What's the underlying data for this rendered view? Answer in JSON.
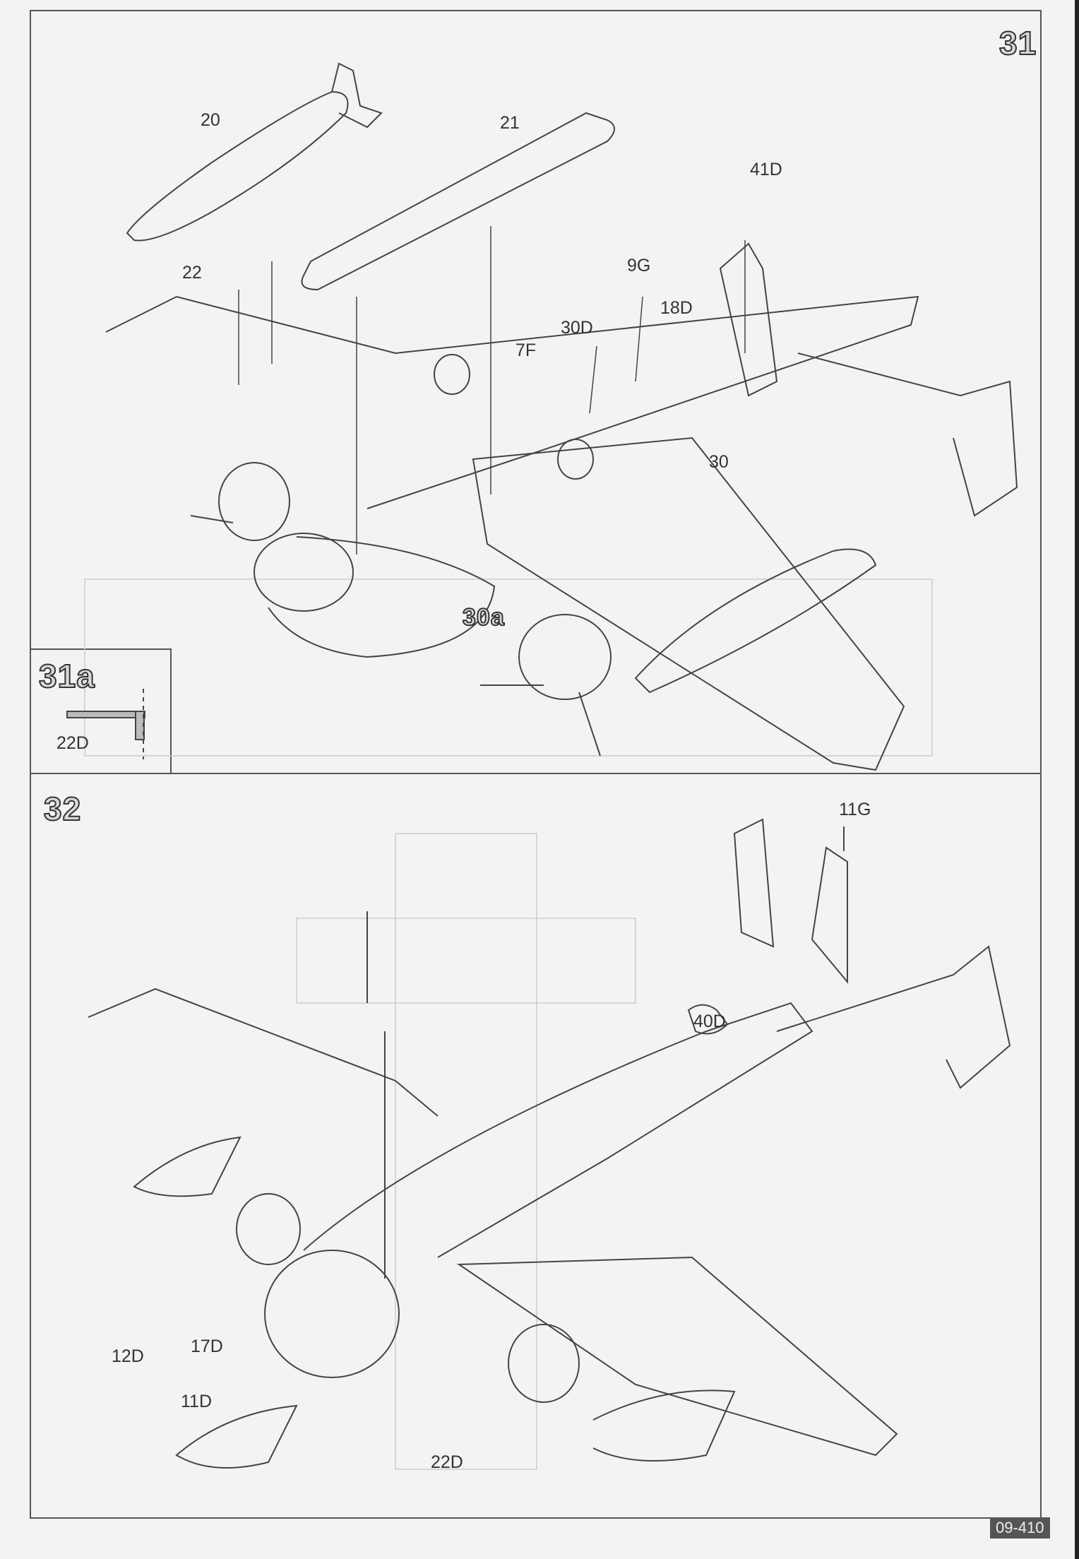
{
  "page_code": "09-410",
  "steps": {
    "s31": {
      "number": "31",
      "parts": [
        "20",
        "21",
        "22",
        "41D",
        "9G",
        "18D",
        "30D",
        "7F",
        "30",
        "30a"
      ]
    },
    "s31a": {
      "number": "31a",
      "parts": [
        "22D"
      ]
    },
    "s32": {
      "number": "32",
      "parts": [
        "11G",
        "40D",
        "12D",
        "17D",
        "11D",
        "22D"
      ]
    }
  }
}
